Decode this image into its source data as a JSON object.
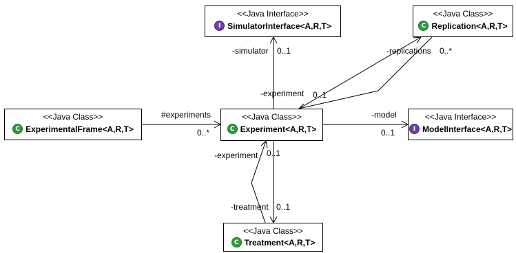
{
  "classes": {
    "simulator_interface": {
      "stereotype": "<<Java Interface>>",
      "name": "SimulatorInterface<A,R,T>",
      "kind": "interface",
      "icon": "interface-icon"
    },
    "replication": {
      "stereotype": "<<Java Class>>",
      "name": "Replication<A,R,T>",
      "kind": "class",
      "icon": "class-icon"
    },
    "experimental_frame": {
      "stereotype": "<<Java Class>>",
      "name": "ExperimentalFrame<A,R,T>",
      "kind": "class",
      "icon": "class-icon"
    },
    "experiment": {
      "stereotype": "<<Java Class>>",
      "name": "Experiment<A,R,T>",
      "kind": "class",
      "icon": "class-icon"
    },
    "model_interface": {
      "stereotype": "<<Java Interface>>",
      "name": "ModelInterface<A,R,T>",
      "kind": "interface",
      "icon": "interface-icon"
    },
    "treatment": {
      "stereotype": "<<Java Class>>",
      "name": "Treatment<A,R,T>",
      "kind": "class",
      "icon": "class-icon"
    }
  },
  "badges": {
    "class": "C",
    "interface": "I"
  },
  "associations": {
    "experiments": {
      "role": "#experiments",
      "multiplicity": "0..*"
    },
    "simulator": {
      "role": "-simulator",
      "multiplicity": "0..1"
    },
    "replications": {
      "role": "-replications",
      "multiplicity": "0..*"
    },
    "experiment_from_replication": {
      "role": "-experiment",
      "multiplicity": "0..1"
    },
    "model": {
      "role": "-model",
      "multiplicity": "0..1"
    },
    "treatment": {
      "role": "-treatment",
      "multiplicity": "0..1"
    },
    "experiment_from_treatment": {
      "role": "-experiment",
      "multiplicity": "0..1"
    }
  },
  "colors": {
    "class_badge": "#2e9b3e",
    "interface_badge": "#6a3fb0",
    "line": "#000000"
  }
}
